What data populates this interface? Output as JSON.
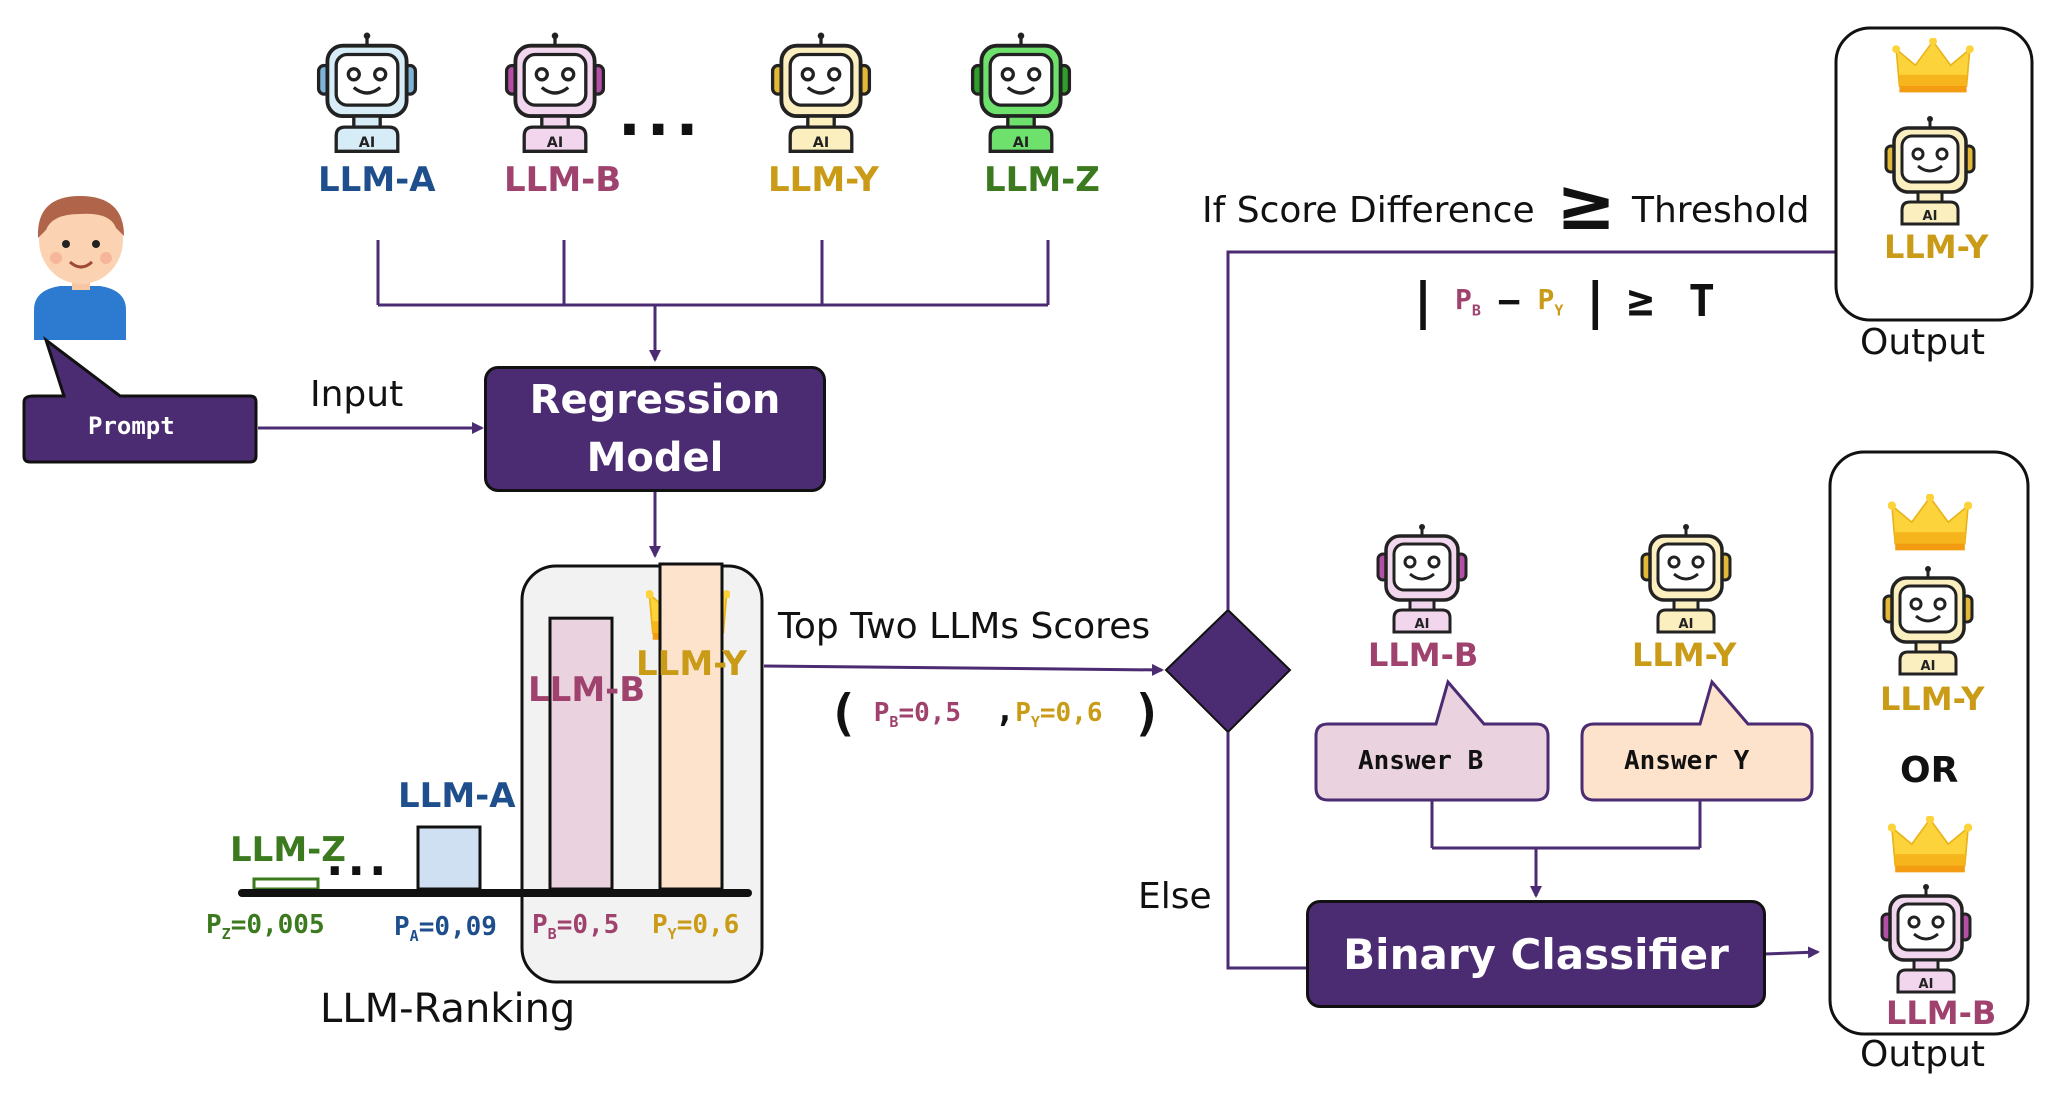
{
  "colors": {
    "purple": "#4b2b72",
    "llm_a": "#1f4e8c",
    "llm_b": "#a0426e",
    "llm_y": "#c99b16",
    "llm_z": "#3b7a1e",
    "bar_b": "#ead2df",
    "bar_y": "#fde3cc",
    "bar_a": "#cfe0f3",
    "ranking_bg": "#f2f2f2"
  },
  "icons": [
    "user-avatar-icon",
    "robot-icon",
    "crown-icon"
  ],
  "models": {
    "llm_a": "LLM-A",
    "llm_b": "LLM-B",
    "llm_y": "LLM-Y",
    "llm_z": "LLM-Z",
    "ellipsis": "..."
  },
  "user": {
    "prompt": "Prompt",
    "input_label": "Input"
  },
  "regression": {
    "line1": "Regression",
    "line2": "Model"
  },
  "ranking": {
    "caption": "LLM-Ranking",
    "ellipsis": "...",
    "scores": [
      {
        "letter": "P",
        "sub": "Z",
        "value": "=0,005",
        "prob": 0.005
      },
      {
        "letter": "P",
        "sub": "A",
        "value": "=0,09",
        "prob": 0.09
      },
      {
        "letter": "P",
        "sub": "B",
        "value": "=0,5",
        "prob": 0.5
      },
      {
        "letter": "P",
        "sub": "Y",
        "value": "=0,6",
        "prob": 0.6
      }
    ]
  },
  "top_two": {
    "label": "Top Two LLMs Scores",
    "open": "(",
    "close": ")",
    "comma": ",",
    "p_b": {
      "letter": "P",
      "sub": "B",
      "value": "=0,5"
    },
    "p_y": {
      "letter": "P",
      "sub": "Y",
      "value": "=0,6"
    }
  },
  "threshold": {
    "condition_left": "If Score Difference",
    "geq_symbol": "≥",
    "condition_right": "Threshold",
    "formula": {
      "bar": "|",
      "letter_b": "P",
      "sub_b": "B",
      "minus": "−",
      "letter_y": "P",
      "sub_y": "Y",
      "geq": "≥",
      "t": "T"
    }
  },
  "else_label": "Else",
  "answers": {
    "b": "Answer B",
    "y": "Answer Y"
  },
  "classifier": "Binary Classifier",
  "output": {
    "top_label": "Output",
    "bottom_label": "Output",
    "or": "OR"
  }
}
